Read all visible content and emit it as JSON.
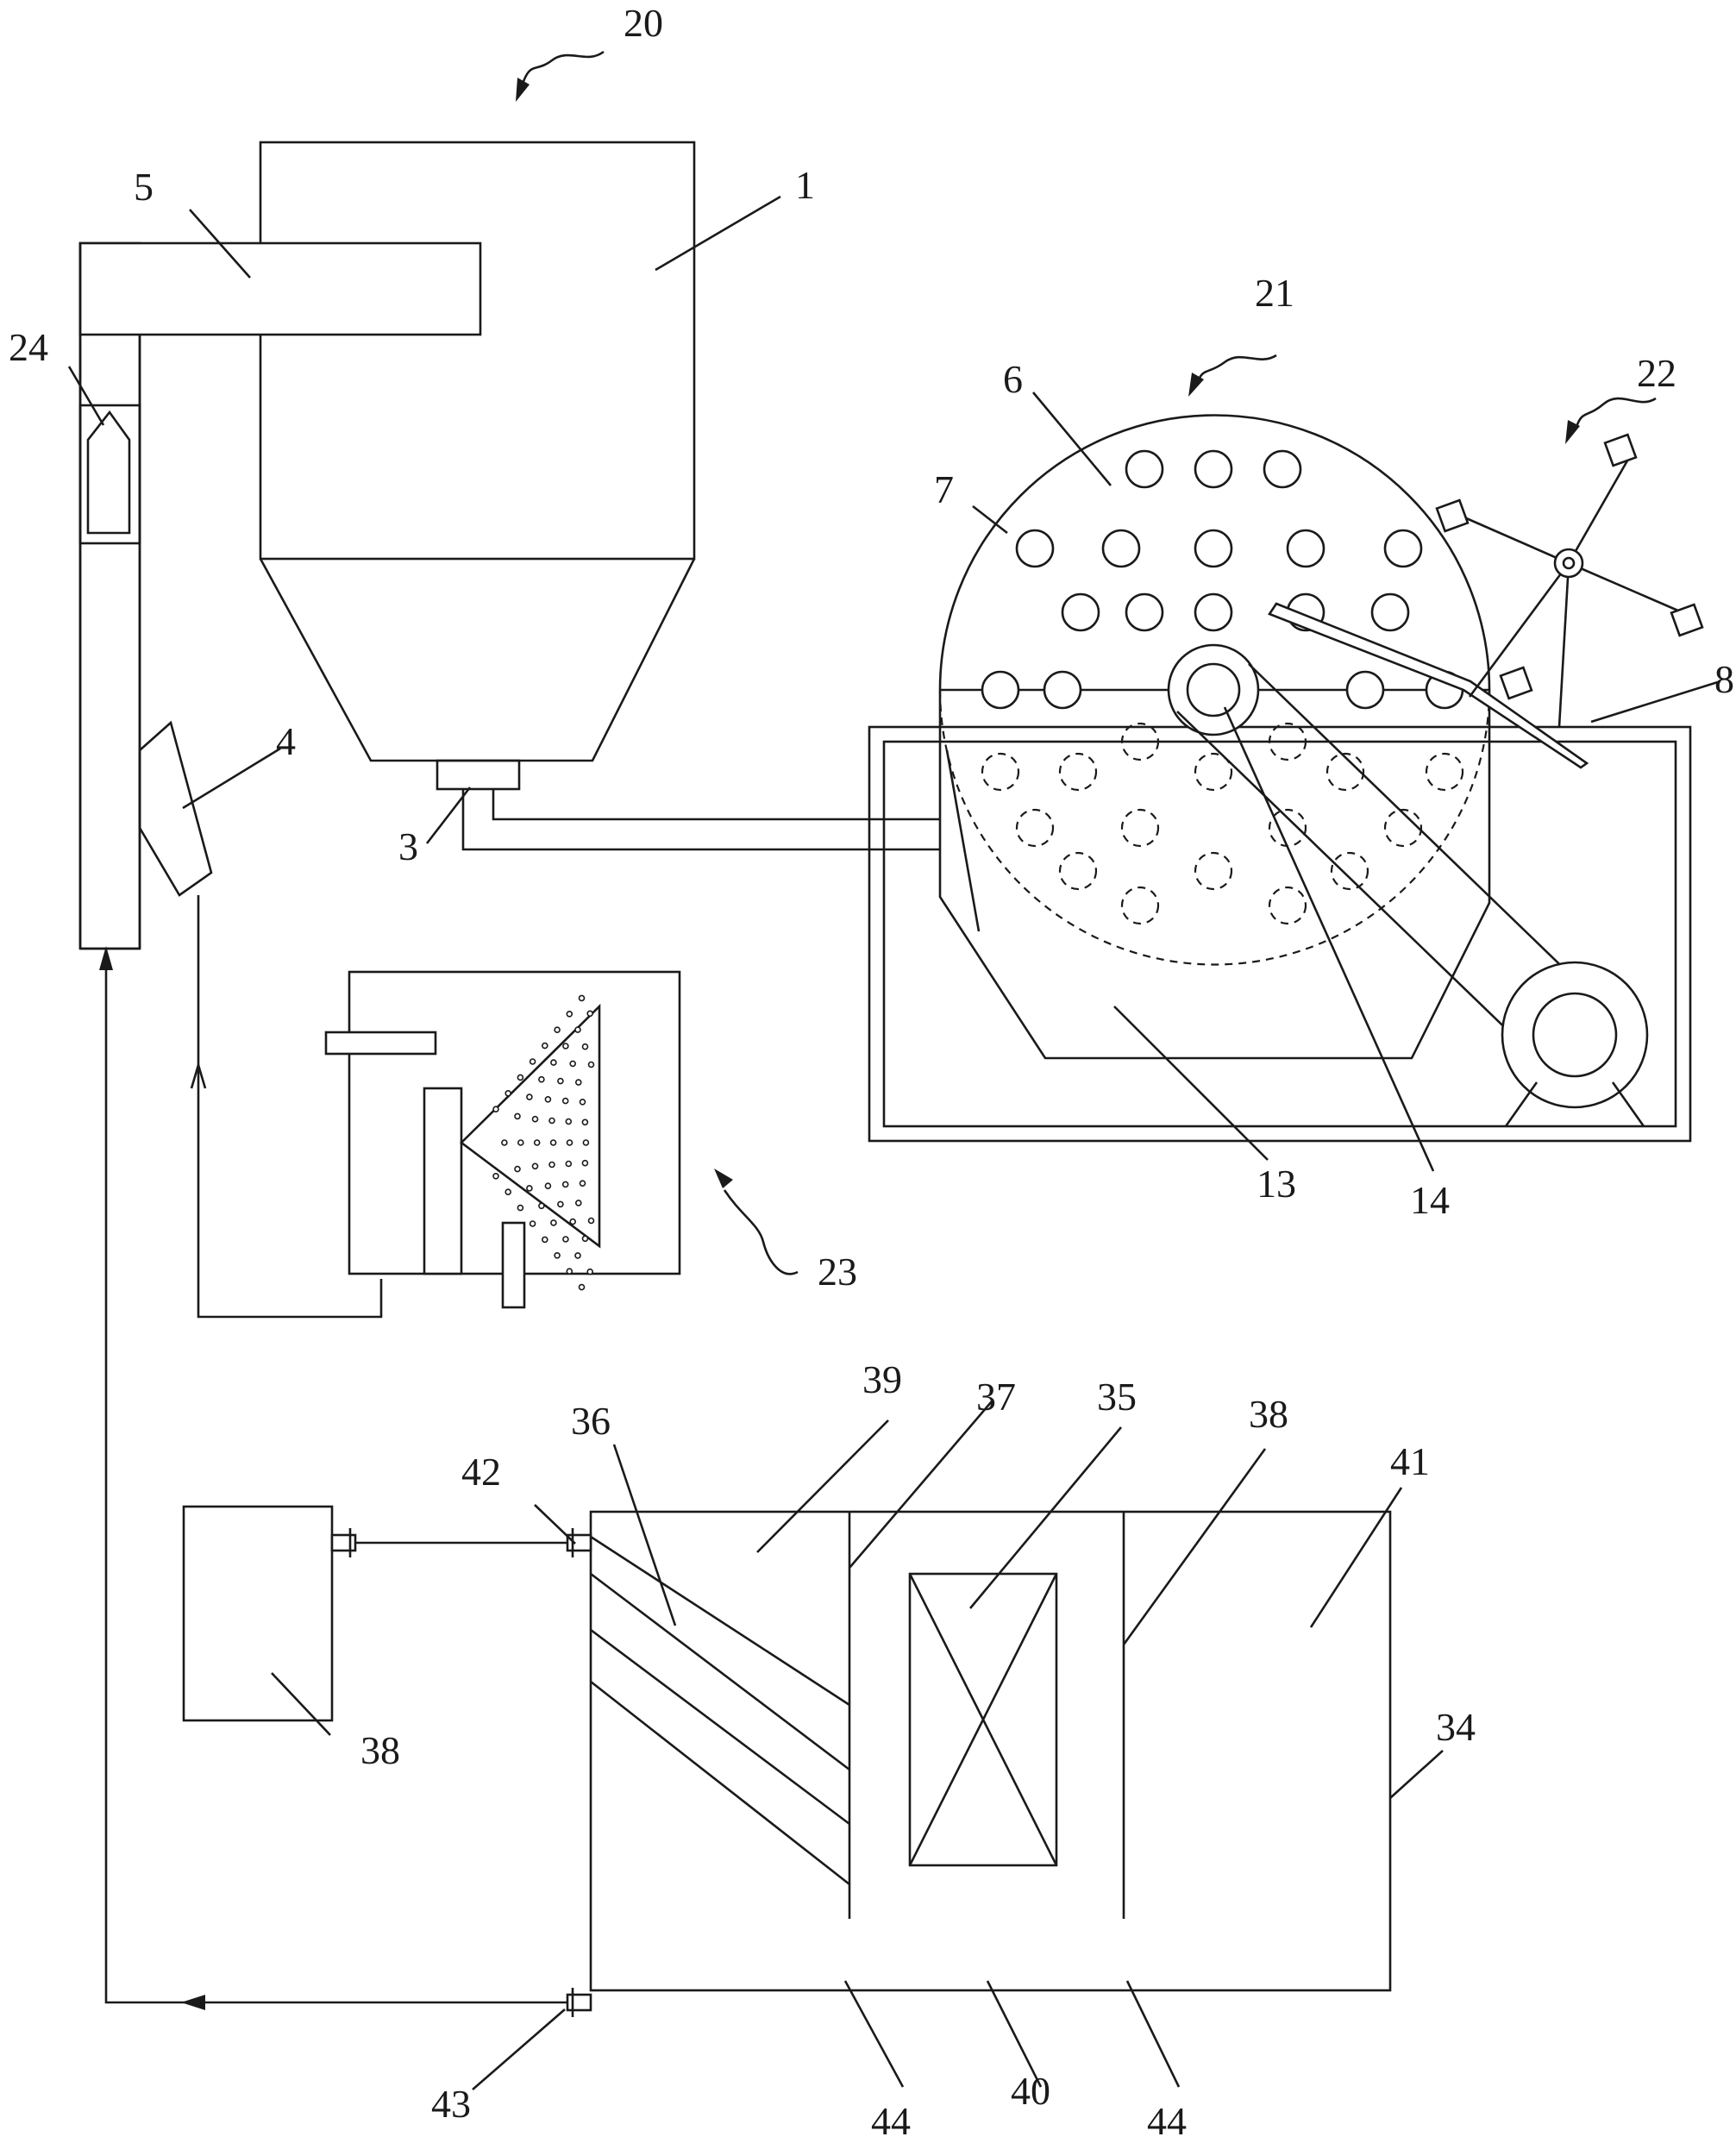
{
  "labels": {
    "l20": "20",
    "l1": "1",
    "l5": "5",
    "l24": "24",
    "l4": "4",
    "l3": "3",
    "l21": "21",
    "l6": "6",
    "l7": "7",
    "l22": "22",
    "l8": "8",
    "l13": "13",
    "l14": "14",
    "l23": "23",
    "l39": "39",
    "l37": "37",
    "l35": "35",
    "l38_right": "38",
    "l41": "41",
    "l36": "36",
    "l42": "42",
    "l38_left": "38",
    "l34": "34",
    "l43": "43",
    "l44_left": "44",
    "l40": "40",
    "l44_right": "44"
  },
  "colors": {
    "line": "#1a1a1a",
    "background": "#ffffff"
  }
}
